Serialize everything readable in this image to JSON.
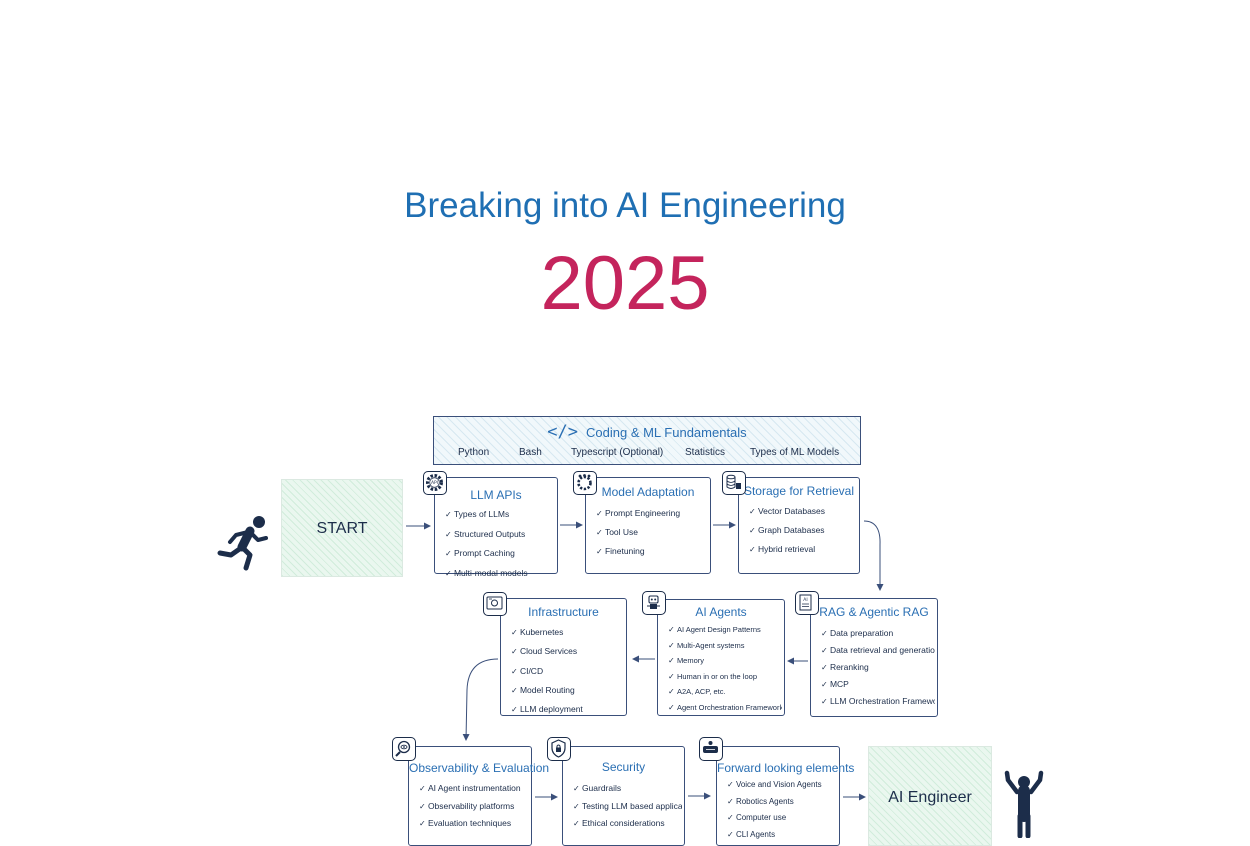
{
  "header": {
    "title": "Breaking into AI Engineering",
    "year": "2025"
  },
  "fundamentals": {
    "title": "Coding & ML Fundamentals",
    "code_symbol": "</>",
    "items": [
      "Python",
      "Bash",
      "Typescript (Optional)",
      "Statistics",
      "Types of ML Models"
    ]
  },
  "start_label": "START",
  "end_label": "AI Engineer",
  "steps": [
    {
      "title": "LLM APIs",
      "icon": "api-gear-icon",
      "items": [
        "Types of LLMs",
        "Structured Outputs",
        "Prompt Caching",
        "Multi-modal models"
      ]
    },
    {
      "title": "Model Adaptation",
      "icon": "gear-people-icon",
      "items": [
        "Prompt Engineering",
        "Tool Use",
        "Finetuning"
      ]
    },
    {
      "title": "Storage for Retrieval",
      "icon": "database-icon",
      "items": [
        "Vector Databases",
        "Graph Databases",
        "Hybrid retrieval"
      ]
    },
    {
      "title": "RAG & Agentic RAG",
      "icon": "ai-document-icon",
      "items": [
        "Data preparation",
        "Data retrieval and generation",
        "Reranking",
        "MCP",
        "LLM Orchestration Frameworks"
      ]
    },
    {
      "title": "AI Agents",
      "icon": "robot-icon",
      "items": [
        "AI Agent Design Patterns",
        "Multi-Agent systems",
        "Memory",
        "Human in or on the loop",
        "A2A, ACP, etc.",
        "Agent Orchestration Frameworks"
      ]
    },
    {
      "title": "Infrastructure",
      "icon": "server-icon",
      "items": [
        "Kubernetes",
        "Cloud Services",
        "CI/CD",
        "Model Routing",
        "LLM deployment"
      ]
    },
    {
      "title": "Observability & Evaluation",
      "icon": "eye-magnifier-icon",
      "items": [
        "AI Agent instrumentation",
        "Observability platforms",
        "Evaluation techniques"
      ]
    },
    {
      "title": "Security",
      "icon": "shield-lock-icon",
      "items": [
        "Guardrails",
        "Testing LLM based applications",
        "Ethical considerations"
      ]
    },
    {
      "title": "Forward looking elements",
      "icon": "forward-device-icon",
      "items": [
        "Voice and Vision Agents",
        "Robotics Agents",
        "Computer use",
        "CLI Agents"
      ]
    }
  ],
  "colors": {
    "title": "#1f6fb3",
    "year": "#c4245c",
    "box_border": "#3a4f7a",
    "accent_green": "#eaf7ef"
  }
}
